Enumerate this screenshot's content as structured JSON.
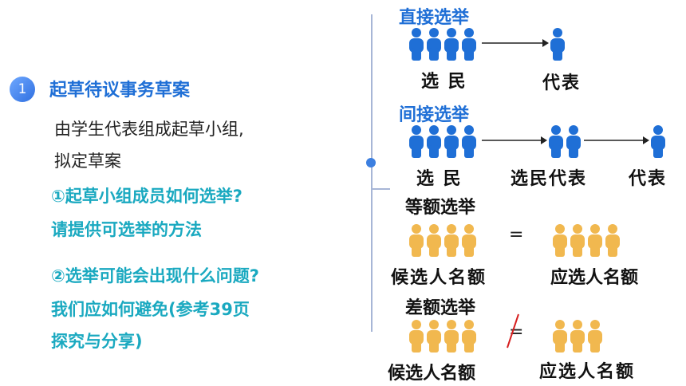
{
  "left": {
    "step_number": "1",
    "heading": "起草待议事务草案",
    "desc_line1": "由学生代表组成起草小组,",
    "desc_line2": "拟定草案",
    "q1_line1": "①起草小组成员如何选举?",
    "q1_line2": "请提供可选举的方法",
    "q2_line1": "②选举可能会出现什么问题?",
    "q2_line2": "我们应如何避免(参考39页",
    "q2_line3": "探究与分享)"
  },
  "right": {
    "direct": {
      "title": "直接选举",
      "voters_label": "选 民",
      "rep_label": "代表"
    },
    "indirect": {
      "title": "间接选举",
      "voters_label": "选 民",
      "mid_label": "选民代表",
      "rep_label": "代表"
    },
    "equal": {
      "title": "等额选举",
      "candidates_label": "候选人名额",
      "sign": "=",
      "seats_label": "应选人名额"
    },
    "diff": {
      "title": "差额选举",
      "candidates_label": "候选人名额",
      "sign": "=",
      "seats_label": "应选人名额"
    }
  },
  "colors": {
    "blue": "#1f6fd6",
    "teal": "#1aa9c0",
    "orange": "#f1b84f",
    "red": "#d62020"
  }
}
